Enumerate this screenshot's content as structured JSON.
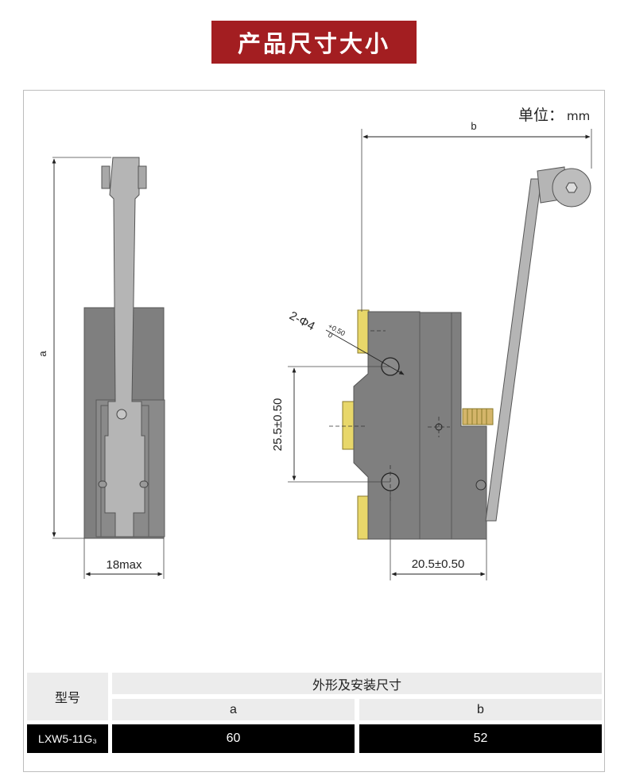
{
  "title": "产品尺寸大小",
  "unit_label": "单位：",
  "unit_value": "mm",
  "dims": {
    "a": "a",
    "b": "b",
    "width_max": "18max",
    "hole_spacing": "25.5±0.50",
    "offset": "20.5±0.50",
    "hole_callout": "2-Φ4",
    "tol_plus": "+0.50",
    "tol_zero": "0"
  },
  "table": {
    "model_header": "型号",
    "group_header": "外形及安装尺寸",
    "col_a": "a",
    "col_b": "b",
    "rows": [
      {
        "model": "LXW5-11G₃",
        "a": "60",
        "b": "52"
      }
    ]
  },
  "colors": {
    "title_bg": "#a31e21",
    "body_gray": "#7f7f7f",
    "lever_gray": "#b5b5b5",
    "terminal_yellow": "#e8d76a",
    "spring": "#d4b56a"
  }
}
